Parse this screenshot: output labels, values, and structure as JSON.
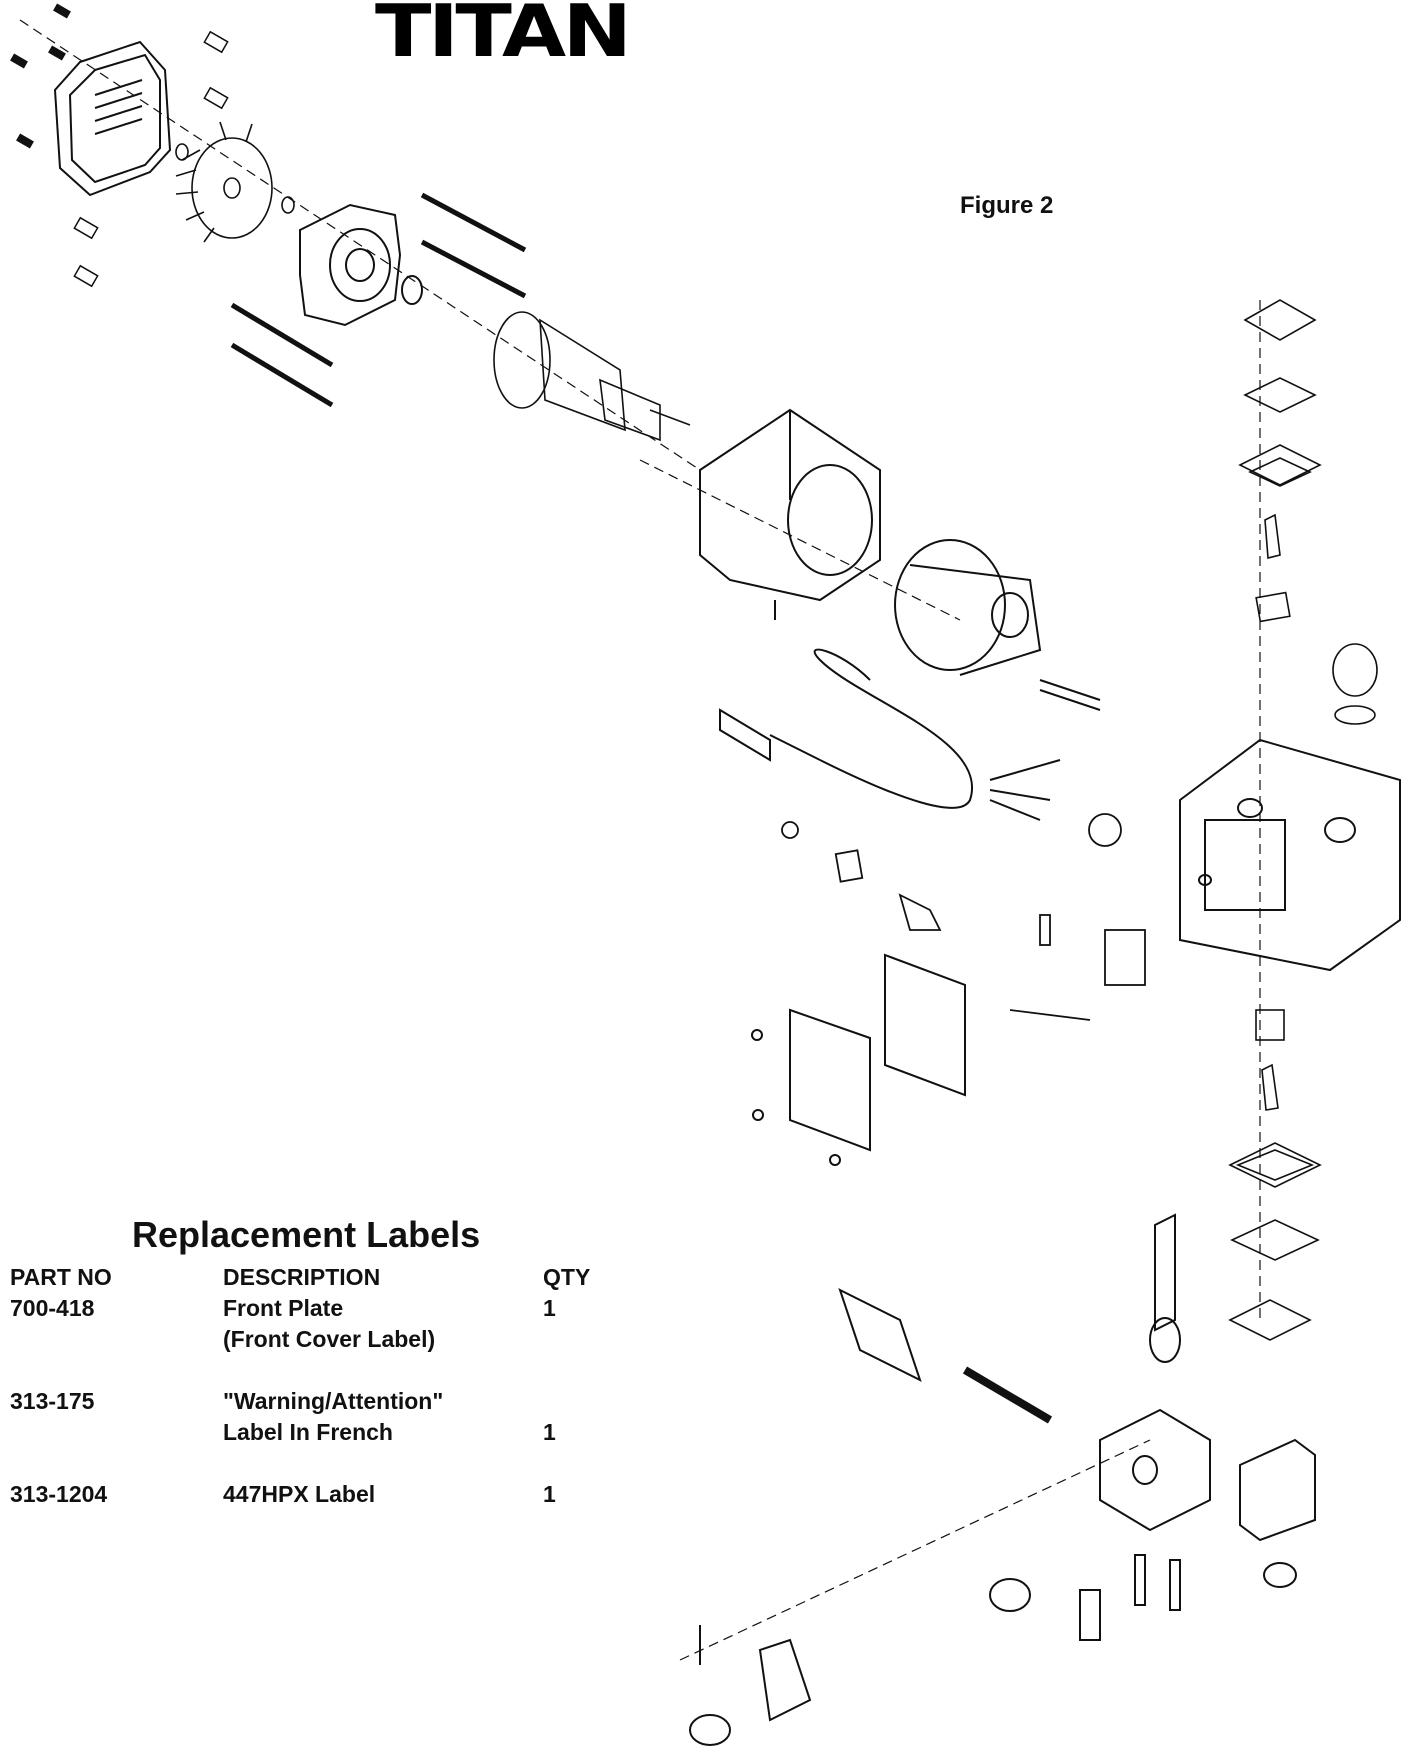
{
  "brand": {
    "logo_text": "TITAN"
  },
  "figure": {
    "label": "Figure 2"
  },
  "replacement_labels": {
    "title": "Replacement Labels",
    "headers": {
      "part_no": "PART NO",
      "description": "DESCRIPTION",
      "qty": "QTY"
    },
    "rows": [
      {
        "part_no": "700-418",
        "description_line1": "Front Plate",
        "description_line2": "(Front Cover Label)",
        "qty": "1"
      },
      {
        "part_no": "313-175",
        "description_line1": "\"Warning/Attention\"",
        "description_line2": "Label In French",
        "qty": "1"
      },
      {
        "part_no": "313-1204",
        "description_line1": "447HPX Label",
        "description_line2": "",
        "qty": "1"
      }
    ]
  }
}
